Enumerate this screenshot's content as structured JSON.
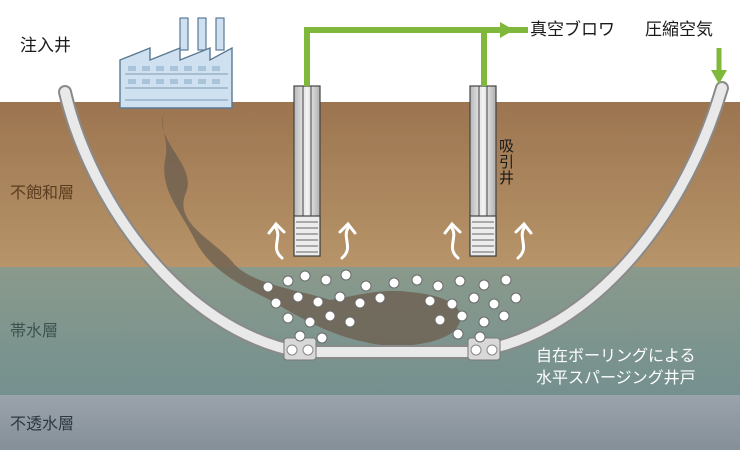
{
  "labels": {
    "injection_well": "注入井",
    "vacuum_blower": "真空ブロワ",
    "compressed_air": "圧縮空気",
    "suction_well": "吸引井",
    "unsaturated_zone": "不飽和層",
    "aquifer": "帯水層",
    "impermeable_layer": "不透水層",
    "horizontal_well_line1": "自在ボーリングによる",
    "horizontal_well_line2": "水平スパージング井戸"
  },
  "colors": {
    "unsaturated_zone": "#a8835a",
    "aquifer": "#7e948e",
    "impermeable_layer": "#8f9aa3",
    "pipe_green": "#7fb83a",
    "well_pipe": "#dcdcdc",
    "contaminant": "#6d5f50",
    "factory": "#cfe1f0"
  },
  "icons": {
    "factory": "factory-icon",
    "air_bubbles": "bubble-icon",
    "vapor_arrows": "curved-arrow-icon"
  }
}
